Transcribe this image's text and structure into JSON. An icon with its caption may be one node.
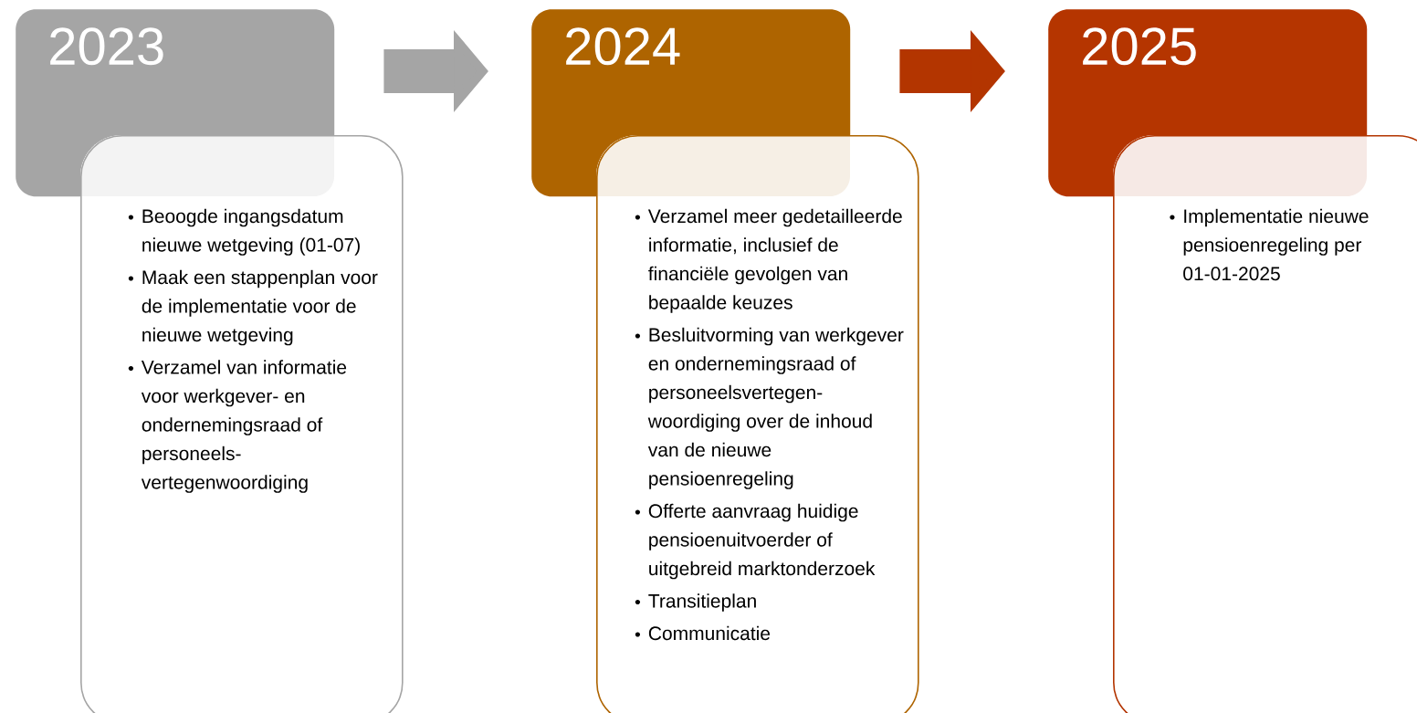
{
  "diagram": {
    "nodes": [
      {
        "text": [
          "2023"
        ]
      },
      {
        "text": [
          "Beoogde ingangsdatum nieuwe wetgeving (01-07)",
          "Maak een stappenplan voor de implementatie voor de nieuwe wetgeving",
          "Verzamel van informatie voor werkgever- en ondernemingsraad of personeels- vertegenwoordiging"
        ]
      },
      {
        "text": [
          "2024"
        ]
      },
      {
        "text": [
          "Verzamel meer gedetailleerde informatie, inclusief de financiële gevolgen van bepaalde keuzes",
          "Besluitvorming van werkgever en ondernemingsraad of personeelsvertegen- woordiging over de inhoud van de nieuwe pensioenregeling",
          "Offerte aanvraag huidige pensioenuitvoerder of uitgebreid marktonderzoek",
          "Transitieplan",
          "Communicatie"
        ]
      },
      {
        "text": [
          "2025"
        ]
      },
      {
        "text": [
          "Implementatie nieuwe pensioenregeling per 01-01-2025"
        ]
      }
    ],
    "edges": [
      {
        "from": 0,
        "to": 2,
        "arrow": "to",
        "color": "#a5a5a5"
      },
      {
        "from": 2,
        "to": 4,
        "arrow": "to",
        "color": "#b33500"
      }
    ]
  }
}
